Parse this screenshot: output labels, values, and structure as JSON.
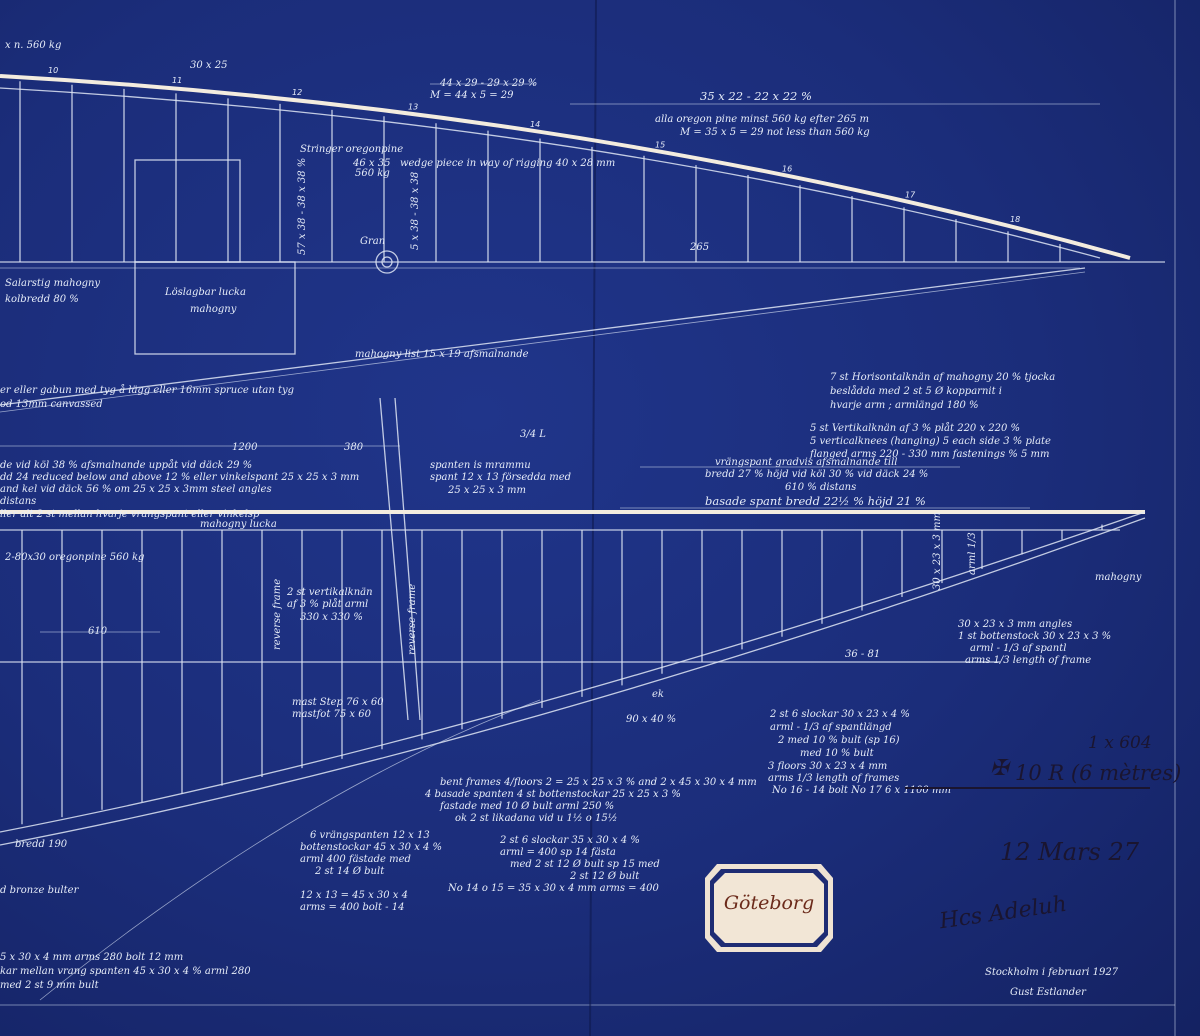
{
  "drawing": {
    "top_notes": {
      "dim_30x25": "30 x 25",
      "dim_44": "44 x 29 - 29 x 29 %",
      "dim_44_m": "M = 44 x 5 = 29",
      "dim_35": "35 x 22 - 22 x 22 %",
      "oregon": "alla oregon pine minst 560 kg efter 265 m",
      "oregon_m": "M = 35 x 5 = 29 not less than 560 kg",
      "stringer": "Stringer oregonpine",
      "stringer_dim": "46 x 35",
      "stringer_kg": "560 kg",
      "wedge": "wedge piece in way of rigging 40 x 28 mm",
      "dim_265": "265",
      "gran": "Gran",
      "frame_57": "57 x 38 - 38 x 38 %",
      "frame_5": "5 x 38 - 38 x 38",
      "lucka": "Löslagbar lucka",
      "mahogny_small": "mahogny",
      "mahogny_left": "Salarstig mahogny",
      "kol": "kolbredd 80 %",
      "mahogny_list": "mahogny list 15 x 19 afsmalnande",
      "left_note1": "er eller gabun med tyg å lägg eller 16mm spruce utan tyg",
      "left_note2": "od 13mm canvassed",
      "top_left": "x n. 560 kg"
    },
    "mid_notes": {
      "horiz1": "7 st Horisontalknän af mahogny 20 % tjocka",
      "horiz2": "beslådda med 2 st 5 Ø kopparnit i",
      "horiz3": "hvarje arm ; armlängd 180 %",
      "vert1": "5 st Vertikalknän af 3 % plåt 220 x 220 %",
      "vert2": "5 verticalknees (hanging) 5 each side 3 % plate",
      "vert3": "flanged arms 220 - 330 mm fastenings % 5 mm",
      "vrang1": "vrängspant gradvis afsmalnande till",
      "vrang2": "bredd 27 % höjd vid köl 30 % vid däck 24 %",
      "vrang3": "610 % distans",
      "basade": "basade spant bredd 22½ % höjd 21 %",
      "dim_1200": "1200",
      "dim_380": "380",
      "dim_3L": "3/4 L",
      "left_a": "de vid köl 38 % afsmalnande uppåt vid däck 29 %",
      "left_b": "dd 24 reduced below and above 12 % eller vinkelspant 25 x 25 x 3 mm",
      "left_c": "and kel vid däck 56 %   om 25 x 25 x 3mm steel angles",
      "left_d": "distans",
      "left_e": "ller alt 2 st mellan hvarje vrangspant eller vinkelsp",
      "spanten": "spanten is mrammu",
      "spant2": "spant 12 x 13 försedda med",
      "spant3": "25 x 25 x 3 mm",
      "mahogny_lucka": "mahogny lucka"
    },
    "lower_notes": {
      "oregon_left": "2-80x30 oregonpine 560 kg",
      "dim_610": "610",
      "vert_knees": "2 st vertikalknän",
      "vert_knees2": "af 3 % plåt arml",
      "vert_knees3": "330 x 330 %",
      "reverse": "reverse frame",
      "mast1": "mast Step 76 x 60",
      "mast2": "mastfot 75 x 60",
      "bent1": "bent frames 4/floors 2 = 25 x 25 x 3 % and 2 x 45 x 30 x 4 mm",
      "bent2": "4 basade spanten 4 st bottenstockar 25 x 25 x 3 %",
      "bent3": "fastade med 10 Ø bult arml 250 %",
      "bent4": "ok 2 st likadana vid u 1½ o 15½",
      "vrang_a": "6 vrängspanten 12 x 13",
      "vrang_b": "bottenstockar 45 x 30 x 4 %",
      "vrang_c": "arml 400 fästade med",
      "vrang_d": "2 st 14 Ø bult",
      "vrang_e": "12 x 13 = 45 x 30 x 4",
      "vrang_f": "arms = 400 bolt - 14",
      "floors_a": "2 st 6 slockar 35 x 30 x 4 %",
      "floors_b": "arml = 400 sp 14 fästa",
      "floors_c": "med 2 st 12 Ø bult sp 15 med",
      "floors_d": "2 st 12 Ø bult",
      "floors_e": "No 14 o 15 = 35 x 30 x 4 mm arms = 400",
      "right_a": "2 st 6 slockar 30 x 23 x 4 %",
      "right_b": "arml - 1/3 af spantlängd",
      "right_c": "2 med 10 % bult (sp 16)",
      "right_d": "med 10 % bult",
      "right_e": "3 floors 30 x 23 x 4 mm",
      "right_f": "arms 1/3 length of frames",
      "right_g": "No 16 - 14 bolt No 17 6 x 1100 mm",
      "angles": "30 x 23 x 3 mm angles",
      "angles2": "1 st bottenstock 30 x 23 x 3 %",
      "angles3": "arml - 1/3 af spantl",
      "angles4": "arms 1/3 length of frame",
      "mahogny": "mahogny",
      "bredd": "bredd 190",
      "bronze": "d bronze bulter",
      "ek": "ek",
      "bottom1": "5 x 30 x 4 mm arms 280 bolt 12 mm",
      "bottom2": "kar mellan vrang spanten 45 x 30 x 4 % arml 280",
      "bottom3": "med 2 st 9 mm bult",
      "dim_90x40": "90 x 40 %",
      "dim_36": "36 - 81",
      "dim_30": "30 x 23 x 3 mm",
      "dim_3": "arml 1/3"
    },
    "stamp": {
      "number": "1 x 604",
      "class": "10 R (6 mètres)",
      "date": "12 Mars 27",
      "signature_ink": "Hcs Adeluh"
    },
    "title_block": {
      "place_date": "Stockholm i februari 1927",
      "designer": "Gust Estlander"
    },
    "paper_label": "Göteborg",
    "frame_numbers": [
      "10",
      "11",
      "12",
      "13",
      "14",
      "15",
      "16",
      "17",
      "18"
    ]
  }
}
